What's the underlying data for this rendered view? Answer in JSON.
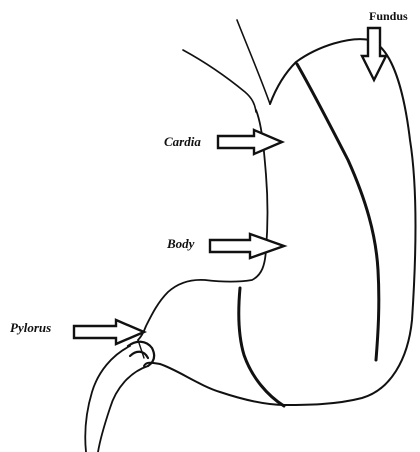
{
  "labels": {
    "fundus": "Fundus",
    "cardia": "Cardia",
    "body": "Body",
    "pylorus": "Pylorus"
  },
  "colors": {
    "ink": "#111111",
    "background": "#ffffff"
  }
}
